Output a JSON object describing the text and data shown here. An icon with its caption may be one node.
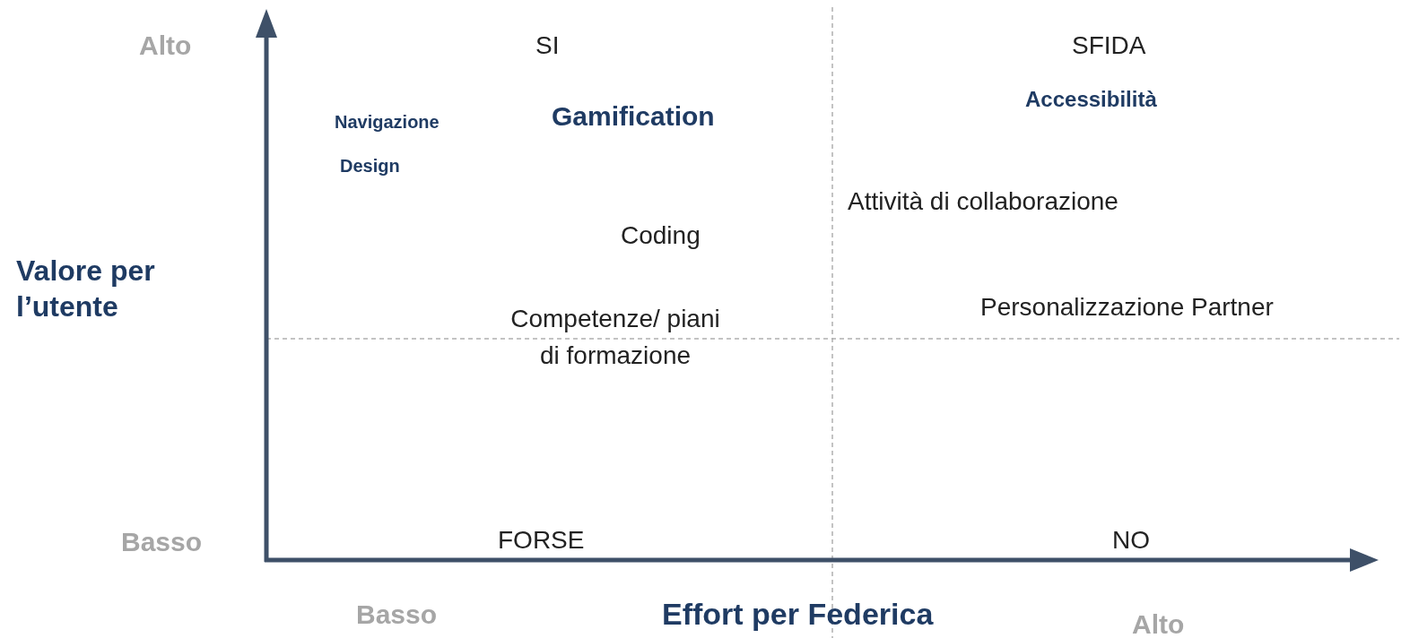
{
  "diagram": {
    "labels": [
      "Alto",
      "SI",
      "SFIDA",
      "Accessibilità",
      "Navigazione",
      "Gamification",
      "Design",
      "Attività di collaborazione",
      "Coding",
      "Valore per l’utente",
      "Personalizzazione Partner",
      "Competenze/ piani di formazione",
      "Basso",
      "FORSE",
      "NO",
      "Basso",
      "Effort per Federica",
      "Alto"
    ]
  }
}
